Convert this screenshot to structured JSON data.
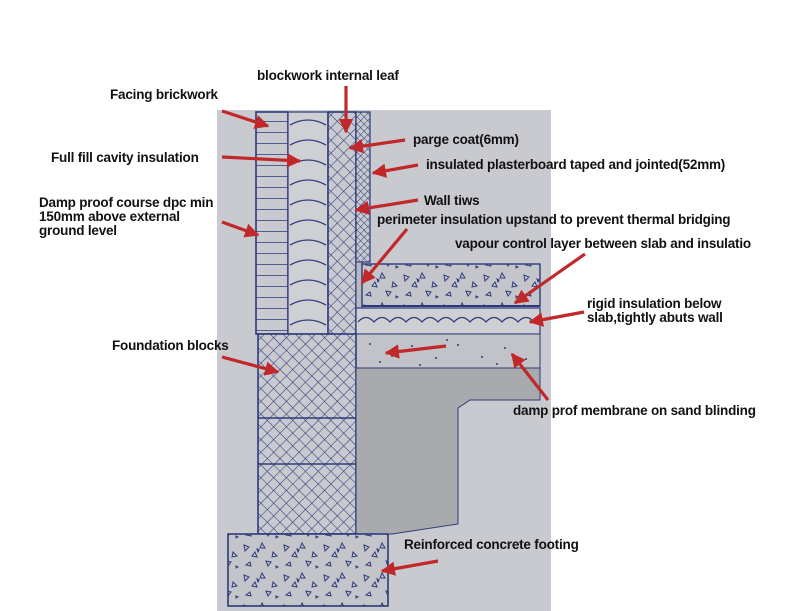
{
  "labels": {
    "blockwork_internal_leaf": "blockwork internal leaf",
    "facing_brickwork": "Facing brickwork",
    "parge_coat": "parge coat(6mm)",
    "full_fill_cavity": "Full fill cavity insulation",
    "insulated_plasterboard": "insulated plasterboard taped and jointed(52mm)",
    "dpc_line1": "Damp proof course dpc min",
    "dpc_line2": "150mm above external",
    "dpc_line3": "ground level",
    "wall_ties": "Wall tiws",
    "perimeter_insulation": "perimeter insulation upstand to prevent thermal bridging",
    "vapour_control": "vapour control layer between slab and insulatio",
    "rigid_insulation_line1": "rigid insulation below",
    "rigid_insulation_line2": "slab,tightly abuts wall",
    "foundation_blocks": "Foundation blocks",
    "damp_proof_membrane": "damp prof membrane on sand blinding",
    "reinforced_footing": "Reinforced concrete footing"
  },
  "colors": {
    "paper": "#c9cacf",
    "ink": "#2d3a7a",
    "concrete": "#a9aaae",
    "arrow": "#c0282a",
    "text": "#111111"
  }
}
